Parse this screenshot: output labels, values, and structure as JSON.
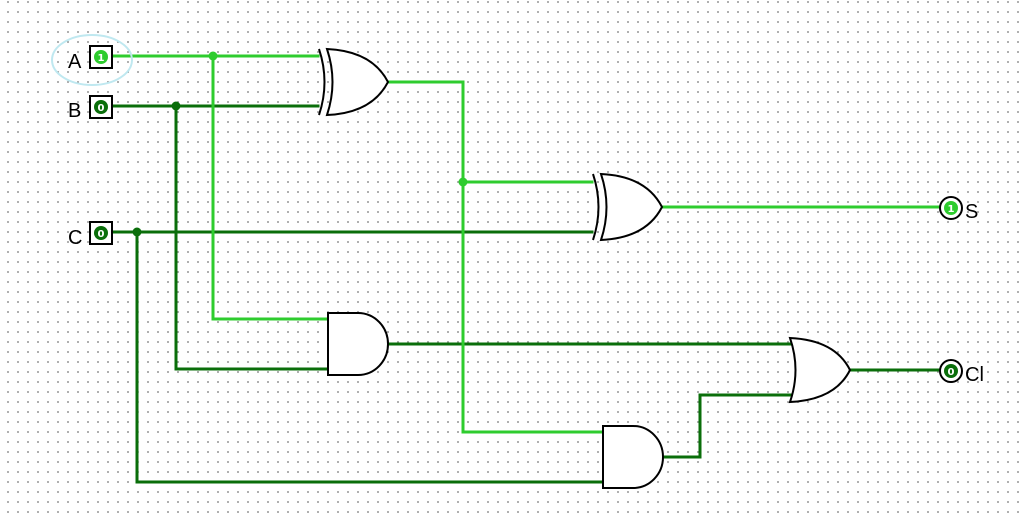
{
  "colors": {
    "wire_high": "#2ecc2e",
    "wire_low": "#0a6e0a",
    "gate_stroke": "#000000",
    "gate_fill": "#ffffff",
    "selection_ring": "#bfe8f0"
  },
  "inputs": [
    {
      "label": "A",
      "value": "1",
      "state": "high",
      "selected": true
    },
    {
      "label": "B",
      "value": "0",
      "state": "low",
      "selected": false
    },
    {
      "label": "C",
      "value": "0",
      "state": "low",
      "selected": false
    }
  ],
  "outputs": [
    {
      "label": "S",
      "value": "1",
      "state": "high"
    },
    {
      "label": "Cl",
      "value": "0",
      "state": "low"
    }
  ],
  "gates": [
    {
      "type": "XOR",
      "name": "xor-gate-1"
    },
    {
      "type": "XOR",
      "name": "xor-gate-2"
    },
    {
      "type": "AND",
      "name": "and-gate-1"
    },
    {
      "type": "AND",
      "name": "and-gate-2"
    },
    {
      "type": "OR",
      "name": "or-gate"
    }
  ]
}
